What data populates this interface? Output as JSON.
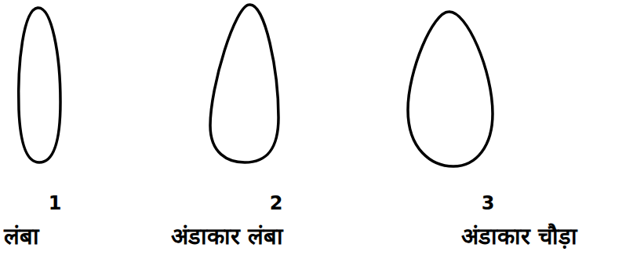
{
  "diagram": {
    "labels": [
      "1",
      "लंबा",
      "2",
      "अंडाकार लंबा",
      "3",
      "अंडाकार चौड़ा"
    ]
  }
}
